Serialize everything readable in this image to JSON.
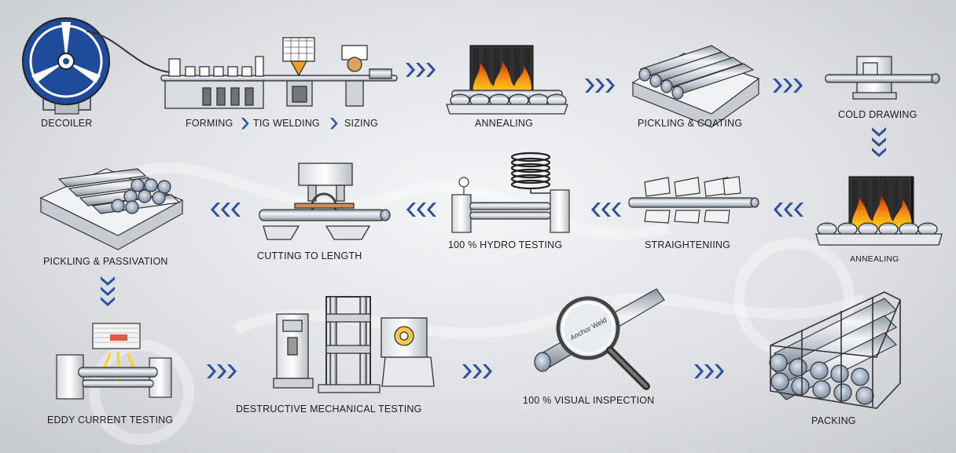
{
  "stages": {
    "decoiler": "DECOILER",
    "forming": "FORMING",
    "tig_welding": "TIG WELDING",
    "sizing": "SIZING",
    "annealing_1": "ANNEALING",
    "pickling_coating": "PICKLING & COATING",
    "cold_drawing": "COLD DRAWING",
    "annealing_2": "ANNEALING",
    "straightening": "STRAIGHTENIING",
    "hydro_testing": "100 % HYDRO TESTING",
    "cutting": "CUTTING TO LENGTH",
    "pickling_passivation": "PICKLING & PASSIVATION",
    "eddy_current": "EDDY CURRENT TESTING",
    "destructive": "DESTRUCTIVE MECHANICAL TESTING",
    "visual_inspection": "100 % VISUAL INSPECTION",
    "packing": "PACKING"
  },
  "magnifier_text": "Anchor Weld",
  "colors": {
    "arrow": "#2b4fa3",
    "decoiler_blue": "#1f4b9c",
    "fire": "#f07a10",
    "pipe_light": "#e9edf3",
    "pipe_dark": "#9aa3b0",
    "line": "#2a2a2a"
  }
}
